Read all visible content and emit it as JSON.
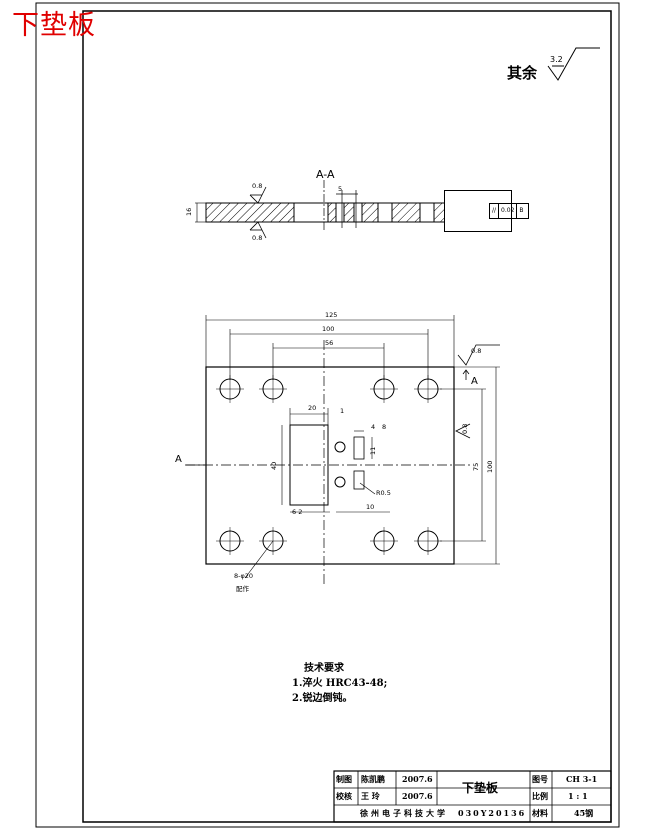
{
  "header": {
    "red_title": "下垫板"
  },
  "roughness": {
    "other_label": "其余",
    "value": "3.2"
  },
  "section_view": {
    "title": "A-A",
    "roughness_top": "0.8",
    "roughness_bottom": "0.8",
    "thickness_dim": "16",
    "slot_dim": "5",
    "tolerance": {
      "symbol": "//",
      "value": "0.02",
      "datum": "B"
    }
  },
  "plan_view": {
    "dims": {
      "overall_width": "125",
      "hole_span_outer": "100",
      "hole_span_inner": "56",
      "height_total": "100",
      "height_holes": "75",
      "pocket_offset": "20",
      "pocket_gap": "1",
      "pocket_height": "40",
      "small_w": "4",
      "small_b": "8",
      "small_h": "11",
      "radius": "R0.5",
      "bottom_left": "6   2",
      "bottom_mid": "10",
      "roughness_top": "0.8",
      "roughness_side": "0.8"
    },
    "hole_callout_1": "8-φ20",
    "hole_callout_2": "配作",
    "section_mark_left": "A",
    "section_mark_right": "A"
  },
  "tech_requirements": {
    "heading": "技术要求",
    "items": [
      "1.淬火 HRC43-48;",
      "2.锐边倒钝。"
    ]
  },
  "title_block": {
    "drawn_label": "制图",
    "drawn_name": "陈凯鹏",
    "drawn_date": "2007.6",
    "check_label": "校核",
    "check_name": "王 玲",
    "check_date": "2007.6",
    "part_name": "下垫板",
    "drawing_no_label": "图号",
    "drawing_no": "CH 3-1",
    "scale_label": "比例",
    "scale": "1 : 1",
    "school": "徐州电子科技大学",
    "student_id": "030Y20136",
    "material_label": "材料",
    "material": "45钢"
  }
}
